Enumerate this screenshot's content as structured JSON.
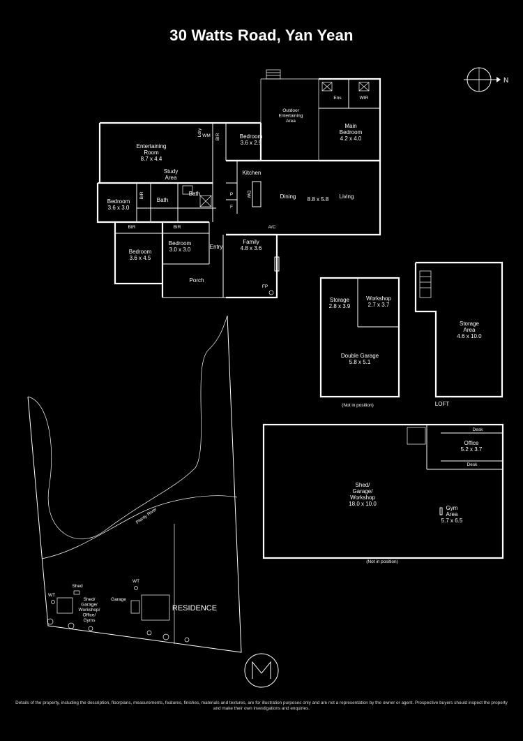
{
  "title": "30 Watts Road, Yan Yean",
  "compass": {
    "label": "N"
  },
  "house": {
    "rooms": [
      {
        "id": "outdoor",
        "name": "Outdoor\nEntertaining\nArea",
        "dims": ""
      },
      {
        "id": "ens",
        "name": "Ens",
        "dims": ""
      },
      {
        "id": "wir",
        "name": "WIR",
        "dims": ""
      },
      {
        "id": "main-bed",
        "name": "Main\nBedroom",
        "dims": "4.2 x 4.0"
      },
      {
        "id": "entertaining",
        "name": "Entertaining\nRoom",
        "dims": "8.7 x 4.4"
      },
      {
        "id": "ldry",
        "name": "Ldry",
        "dims": ""
      },
      {
        "id": "wm",
        "name": "WM",
        "dims": ""
      },
      {
        "id": "bir-1",
        "name": "BIR",
        "dims": ""
      },
      {
        "id": "bed-2",
        "name": "Bedroom",
        "dims": "3.6 x 2.9"
      },
      {
        "id": "kitchen",
        "name": "Kitchen",
        "dims": ""
      },
      {
        "id": "study",
        "name": "Study\nArea",
        "dims": ""
      },
      {
        "id": "bath-1",
        "name": "Bath",
        "dims": ""
      },
      {
        "id": "bath-2",
        "name": "Bath",
        "dims": ""
      },
      {
        "id": "bir-2",
        "name": "BIR",
        "dims": ""
      },
      {
        "id": "bed-3",
        "name": "Bedroom",
        "dims": "3.6 x 3.0"
      },
      {
        "id": "dining",
        "name": "Dining",
        "dims": ""
      },
      {
        "id": "dining-dims",
        "name": "8.8 x 5.8",
        "dims": ""
      },
      {
        "id": "living",
        "name": "Living",
        "dims": ""
      },
      {
        "id": "p",
        "name": "P",
        "dims": ""
      },
      {
        "id": "f",
        "name": "F",
        "dims": ""
      },
      {
        "id": "dw",
        "name": "DW",
        "dims": ""
      },
      {
        "id": "bir-3",
        "name": "BIR",
        "dims": ""
      },
      {
        "id": "bir-4",
        "name": "BIR",
        "dims": ""
      },
      {
        "id": "ac",
        "name": "A/C",
        "dims": ""
      },
      {
        "id": "bed-4",
        "name": "Bedroom",
        "dims": "3.6 x 4.5"
      },
      {
        "id": "bed-5",
        "name": "Bedroom",
        "dims": "3.0 x 3.0"
      },
      {
        "id": "entry",
        "name": "Entry",
        "dims": ""
      },
      {
        "id": "family",
        "name": "Family",
        "dims": "4.8 x 3.6"
      },
      {
        "id": "porch",
        "name": "Porch",
        "dims": ""
      },
      {
        "id": "fp",
        "name": "FP",
        "dims": ""
      }
    ]
  },
  "garage": {
    "rooms": [
      {
        "id": "storage",
        "name": "Storage",
        "dims": "2.8 x 3.9"
      },
      {
        "id": "workshop",
        "name": "Workshop",
        "dims": "2.7 x 3.7"
      },
      {
        "id": "double-garage",
        "name": "Double Garage",
        "dims": "5.8 x 5.1"
      }
    ],
    "note": "(Not in position)"
  },
  "loft": {
    "rooms": [
      {
        "id": "storage-area",
        "name": "Storage\nArea",
        "dims": "4.6 x 10.0"
      }
    ],
    "label": "LOFT"
  },
  "shed": {
    "rooms": [
      {
        "id": "desk-1",
        "name": "Desk",
        "dims": ""
      },
      {
        "id": "office",
        "name": "Office",
        "dims": "5.2 x 3.7"
      },
      {
        "id": "desk-2",
        "name": "Desk",
        "dims": ""
      },
      {
        "id": "shed-main",
        "name": "Shed/\nGarage/\nWorkshop",
        "dims": "18.0 x 10.0"
      },
      {
        "id": "gym",
        "name": "Gym\nArea",
        "dims": "5.7 x 6.5"
      }
    ],
    "note": "(Not in position)"
  },
  "site": {
    "river": "Plenty River",
    "labels": [
      {
        "id": "shed-small",
        "text": "Shed"
      },
      {
        "id": "wt-1",
        "text": "WT"
      },
      {
        "id": "shed-complex",
        "text": "Shed/\nGarage/\nWorkshop/\nOffice/\nGyms"
      },
      {
        "id": "wt-2",
        "text": "WT"
      },
      {
        "id": "garage",
        "text": "Garage"
      },
      {
        "id": "residence",
        "text": "RESIDENCE"
      }
    ]
  },
  "disclaimer": "Details of the property, including the description, floorplans, measurements, features, finishes, materials and textures, are for illustration purposes only and are not a representation by the owner or agent. Prospective buyers should inspect the property and make their own investigations and enquiries."
}
